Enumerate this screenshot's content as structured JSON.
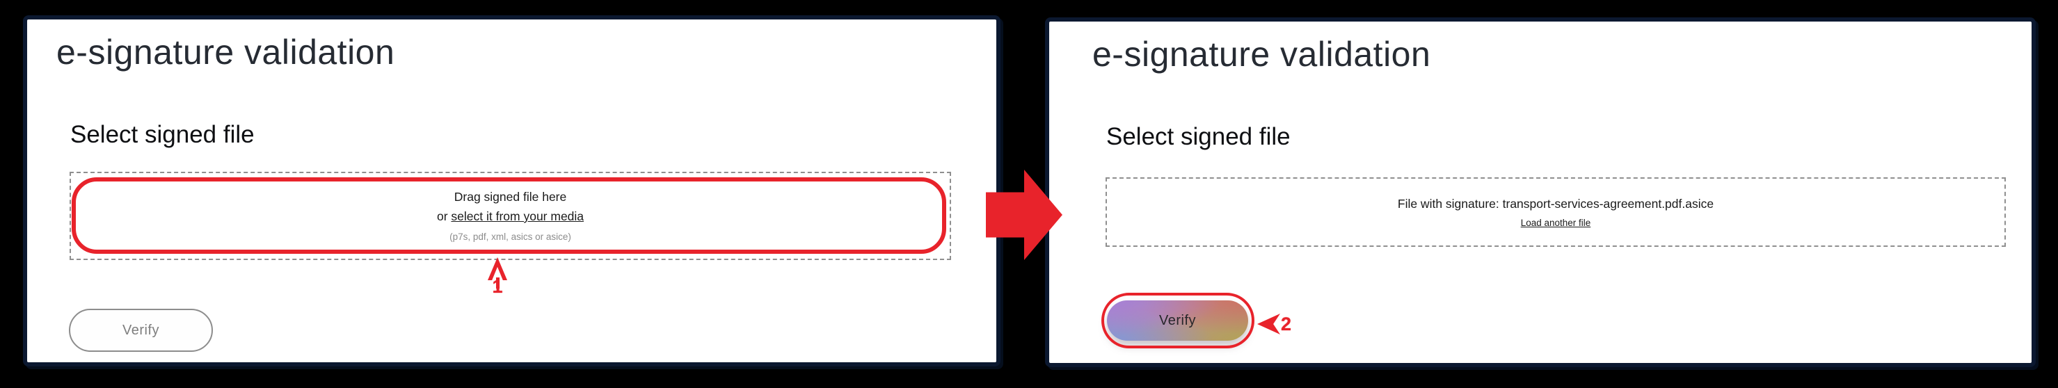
{
  "left_panel": {
    "title": "e-signature validation",
    "heading": "Select signed file",
    "dropzone_line1": "Drag signed file here",
    "dropzone_line2_prefix": "or ",
    "dropzone_line2_link": "select it from your media",
    "dropzone_hint": "(p7s, pdf, xml, asics or asice)",
    "verify_label": "Verify",
    "step_number": "1"
  },
  "right_panel": {
    "title": "e-signature validation",
    "heading": "Select signed file",
    "file_status": "File with signature: transport-services-agreement.pdf.asice",
    "load_another_link": "Load another file",
    "verify_label": "Verify",
    "step_number": "2"
  },
  "icons": {
    "flow_arrow": "arrow-right",
    "step1_arrow": "arrow-up",
    "step2_arrow": "arrow-left"
  },
  "colors": {
    "annotation_red": "#e8232b",
    "card_border_navy": "#0b1830",
    "page_background": "#000000",
    "hint_gray": "#8c8c8c",
    "disabled_button_text": "#7e7e7e",
    "verify_gradient_corners": [
      "#a77fd6",
      "#cf7060",
      "#8099d6",
      "#b5a158"
    ]
  }
}
